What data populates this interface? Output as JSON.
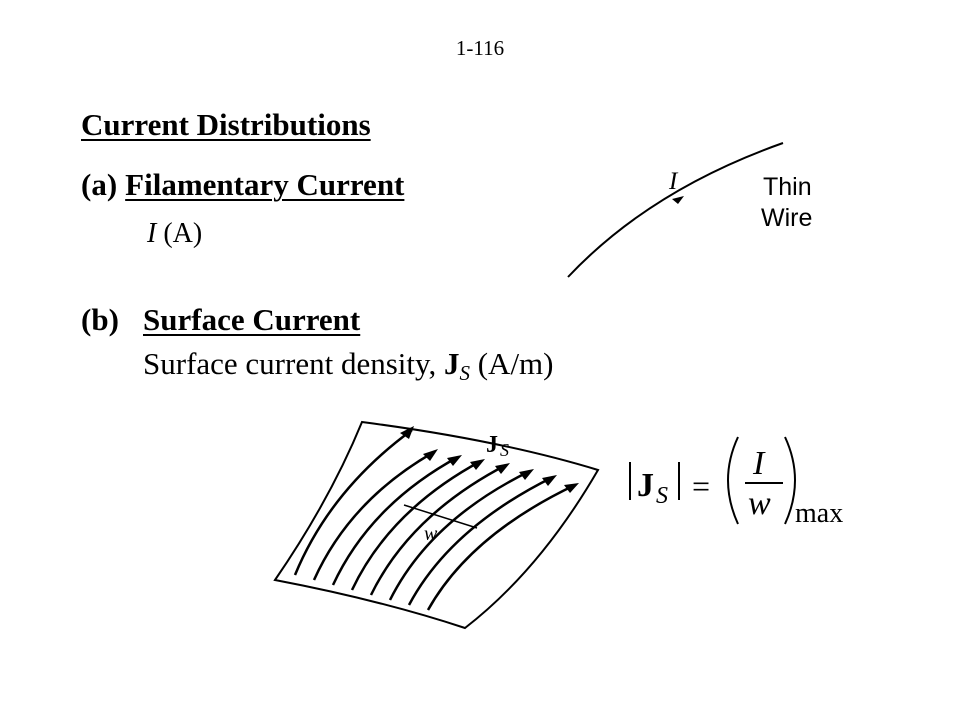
{
  "page_number": "1-116",
  "heading": "Current Distributions",
  "section_a": {
    "marker": "(a)",
    "title": "Filamentary Current",
    "symbol": "I",
    "unit": "(A)"
  },
  "section_b": {
    "marker": "(b)",
    "title": "Surface Current",
    "description": "Surface current density,",
    "symbol": "J",
    "subscript": "S",
    "unit": "(A/m)"
  },
  "wire_figure": {
    "current_label": "I",
    "label_line1": "Thin",
    "label_line2": "Wire"
  },
  "sheet_figure": {
    "vector_label": "J",
    "vector_subscript": "S",
    "width_label": "w"
  },
  "formula": {
    "lhs_symbol": "J",
    "lhs_subscript": "S",
    "equals": "=",
    "numerator": "I",
    "denominator": "w",
    "suffix": "max"
  }
}
